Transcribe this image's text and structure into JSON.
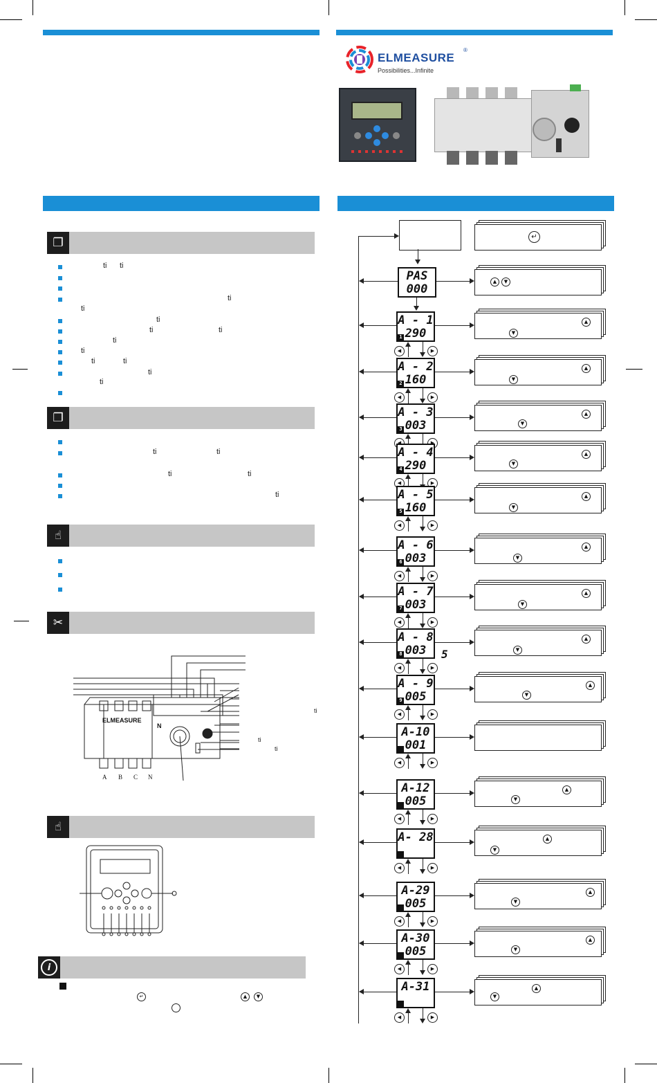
{
  "brand": {
    "name": "ELMEASURE",
    "registered": "®",
    "tagline": "Possibilities...Infinite"
  },
  "colors": {
    "accent": "#1a8fd6",
    "header_gray": "#c6c6c6"
  },
  "fragments": {
    "ti": "ti",
    "n_label": "N",
    "s_label": "5"
  },
  "phase_labels": [
    "A",
    "B",
    "C",
    "N"
  ],
  "flow": {
    "start_display": [
      "PAS",
      "000"
    ],
    "steps": [
      {
        "code": "A - 1",
        "value": "290",
        "idx": "1"
      },
      {
        "code": "A - 2",
        "value": "160",
        "idx": "2"
      },
      {
        "code": "A - 3",
        "value": "003",
        "idx": "3"
      },
      {
        "code": "A - 4",
        "value": "290",
        "idx": "4"
      },
      {
        "code": "A - 5",
        "value": "160",
        "idx": "5"
      },
      {
        "code": "A - 6",
        "value": "003",
        "idx": "6"
      },
      {
        "code": "A - 7",
        "value": "003",
        "idx": "7"
      },
      {
        "code": "A - 8",
        "value": "003",
        "idx": "8"
      },
      {
        "code": "A - 9",
        "value": "005",
        "idx": "9"
      },
      {
        "code": "A-10",
        "value": "001",
        "idx": ""
      },
      {
        "code": "A-12",
        "value": "005",
        "idx": ""
      },
      {
        "code": "A- 28",
        "value": "",
        "idx": ""
      },
      {
        "code": "A-29",
        "value": "005",
        "idx": ""
      },
      {
        "code": "A-30",
        "value": "005",
        "idx": ""
      },
      {
        "code": "A-31",
        "value": "",
        "idx": ""
      }
    ]
  },
  "icons": {
    "document": "document-icon",
    "hand": "hand-pointer-icon",
    "tools": "tools-icon",
    "info": "info-icon",
    "enter": "enter-icon",
    "up": "up-arrow-icon",
    "down": "down-arrow-icon",
    "left": "left-arrow-icon",
    "right": "right-arrow-icon"
  },
  "glyphs": {
    "enter": "↵",
    "up": "▲",
    "down": "▼",
    "left": "◀",
    "right": "▶",
    "doc": "❐",
    "hand": "☝",
    "tools": "✂",
    "info": "i"
  }
}
